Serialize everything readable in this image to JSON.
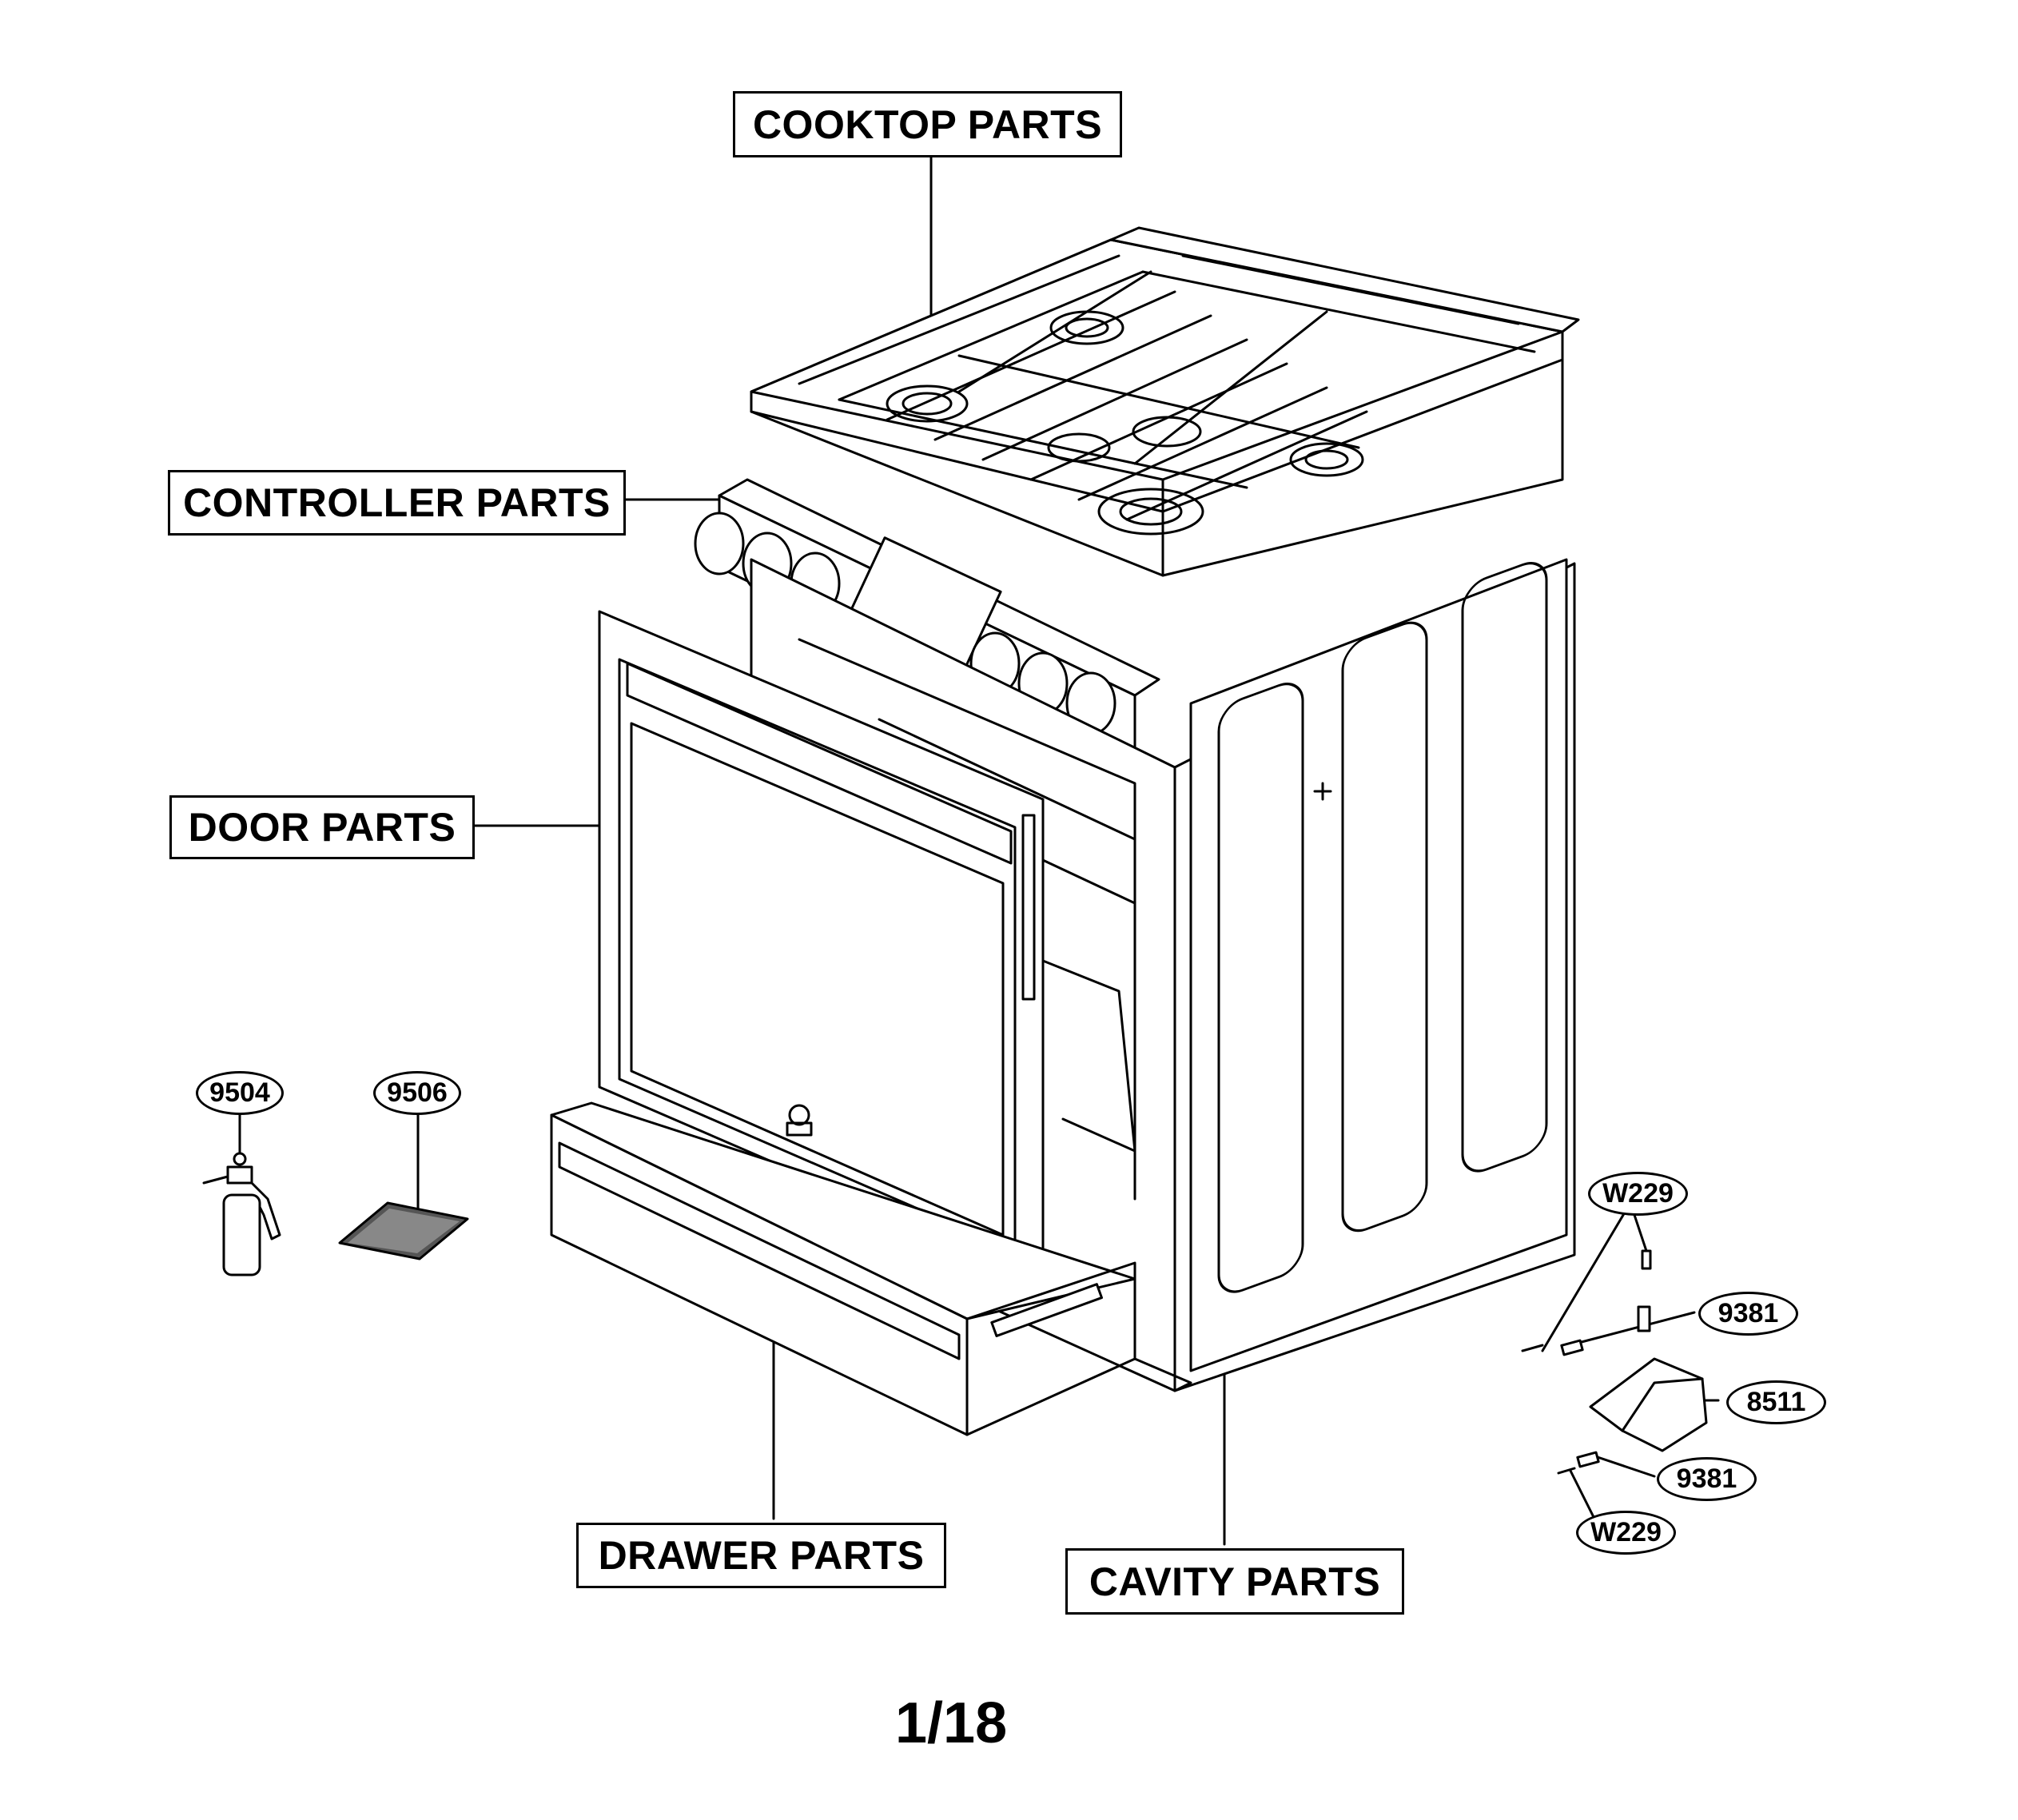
{
  "sections": {
    "cooktop": "COOKTOP PARTS",
    "controller": "CONTROLLER PARTS",
    "door": "DOOR PARTS",
    "drawer": "DRAWER PARTS",
    "cavity": "CAVITY PARTS"
  },
  "callouts": {
    "spray_bottle": "9504",
    "mat": "9506",
    "screw_top": "W229",
    "pin_top": "9381",
    "bracket": "8511",
    "pin_bottom": "9381",
    "screw_bottom": "W229"
  },
  "page_number": "1/18"
}
